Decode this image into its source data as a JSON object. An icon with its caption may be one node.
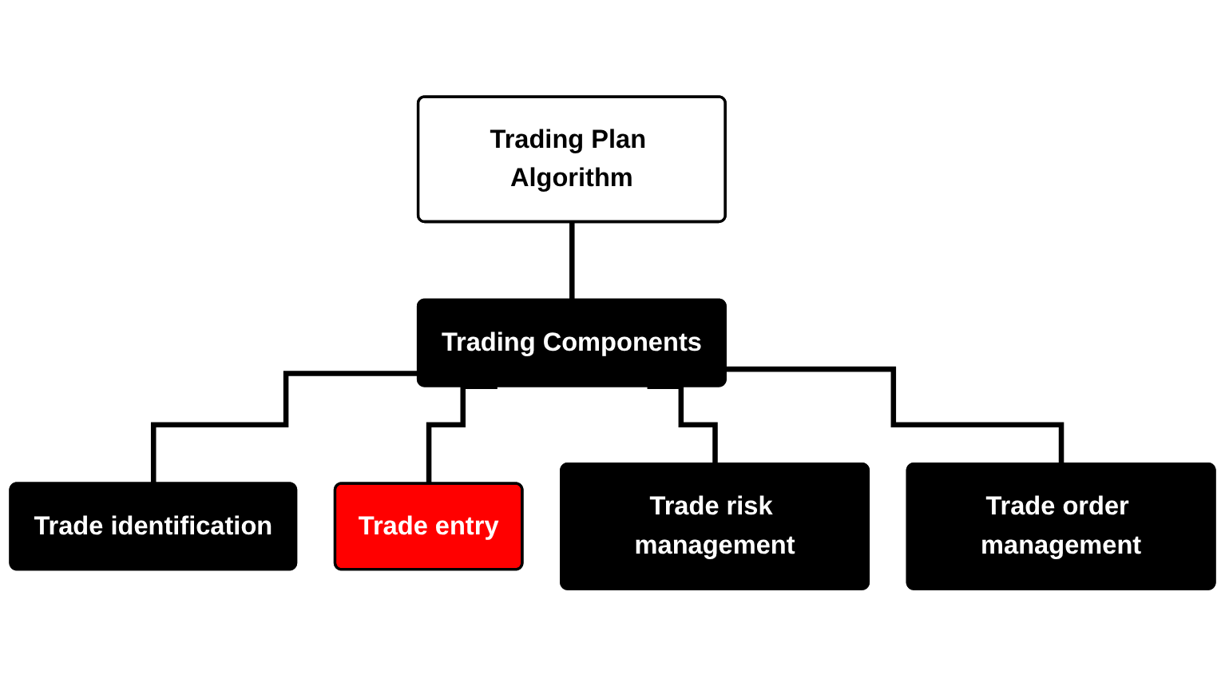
{
  "diagram": {
    "nodes": [
      {
        "text": [
          "Trading Plan Algorithm"
        ]
      },
      {
        "text": [
          "Trading Components"
        ]
      },
      {
        "text": [
          "Trade identification"
        ]
      },
      {
        "text": [
          "Trade entry"
        ]
      },
      {
        "text": [
          "Trade risk management"
        ]
      },
      {
        "text": [
          "Trade order management"
        ]
      }
    ],
    "edges": [
      {
        "from": 0,
        "to": 1,
        "arrow": "none"
      },
      {
        "from": 1,
        "to": 2,
        "arrow": "none"
      },
      {
        "from": 1,
        "to": 3,
        "arrow": "none"
      },
      {
        "from": 1,
        "to": 4,
        "arrow": "none"
      },
      {
        "from": 1,
        "to": 5,
        "arrow": "none"
      }
    ]
  }
}
